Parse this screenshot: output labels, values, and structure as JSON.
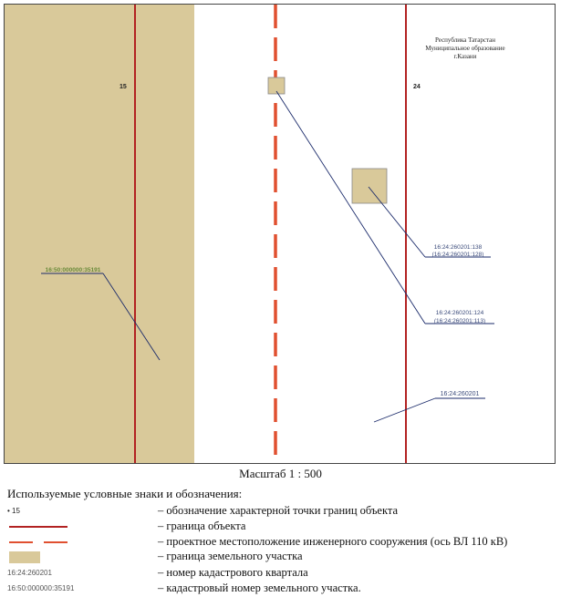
{
  "header": {
    "line1": "Республика Татарстан",
    "line2": "Муниципальное образование",
    "line3": "г.Казани"
  },
  "map": {
    "point_labels": [
      "15",
      "24"
    ],
    "parcel_labels": [
      {
        "id": "16:24:260201:138",
        "old": "(16:24:260201:128)"
      },
      {
        "id": "16:24:260201:124",
        "old": "(16:24:260201:113)"
      }
    ],
    "quarter_label": "16:24:260201",
    "left_parcel_label": "16:50:000000:35191",
    "colors": {
      "boundary": "#b22222",
      "project_axis": "#e05030",
      "parcel_fill": "#d9c99a",
      "leader": "#1a2a6a",
      "label_text": "#3a4a7a",
      "left_label_text": "#6a8a3a"
    }
  },
  "scale": "Масштаб 1 : 500",
  "legend": {
    "heading": "Используемые условные знаки и обозначения:",
    "items": [
      {
        "symbol_text": "• 15",
        "desc": "– обозначение характерной точки границ объекта"
      },
      {
        "desc": "– граница объекта"
      },
      {
        "desc": "– проектное местоположение инженерного сооружения (ось ВЛ 110 кВ)"
      },
      {
        "desc": "– граница земельного участка"
      },
      {
        "symbol_text": "16:24:260201",
        "desc": "– номер кадастрового квартала"
      },
      {
        "symbol_text": "16:50:000000:35191",
        "desc": "– кадастровый номер земельного участка."
      }
    ]
  }
}
